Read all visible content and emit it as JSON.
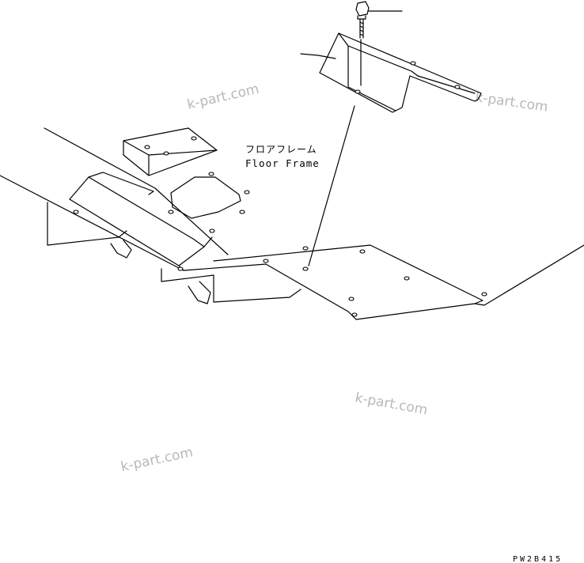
{
  "labels": {
    "floor_frame_jp": "フロアフレーム",
    "floor_frame_en": "Floor Frame"
  },
  "watermark": "k-part.com",
  "drawing_code": "PW2B415",
  "colors": {
    "line": "#000000",
    "watermark": "#b8b8b8",
    "background": "#ffffff"
  }
}
